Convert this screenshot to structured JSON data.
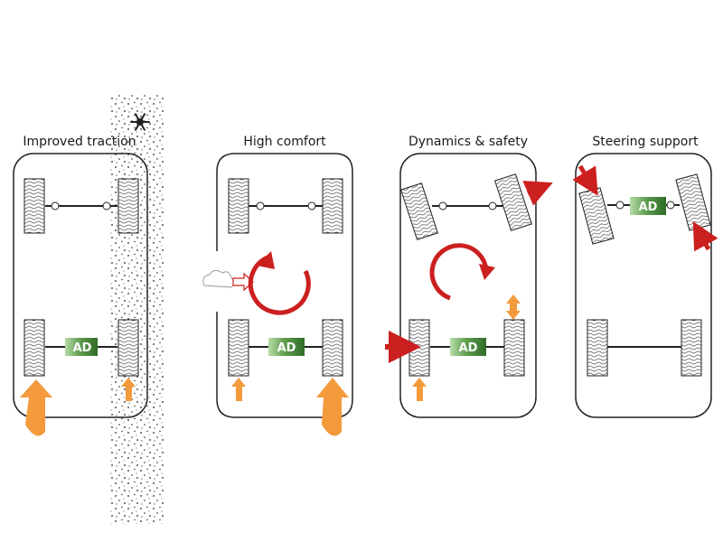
{
  "panels": [
    {
      "title": "Improved traction"
    },
    {
      "title": "High comfort"
    },
    {
      "title": "Dynamics & safety"
    },
    {
      "title": "Steering support"
    }
  ],
  "badge_label": "AD",
  "colors": {
    "outline": "#222222",
    "orange_arrow": "#f39a3c",
    "red_arrow": "#cc1f1f",
    "ad_green_dark": "#3e7a32",
    "ad_green_light": "#8dc27b",
    "tire_fill": "#ffffff"
  },
  "icons": [
    "snowflake-icon",
    "wind-cloud-icon",
    "rotation-arrow-icon"
  ]
}
